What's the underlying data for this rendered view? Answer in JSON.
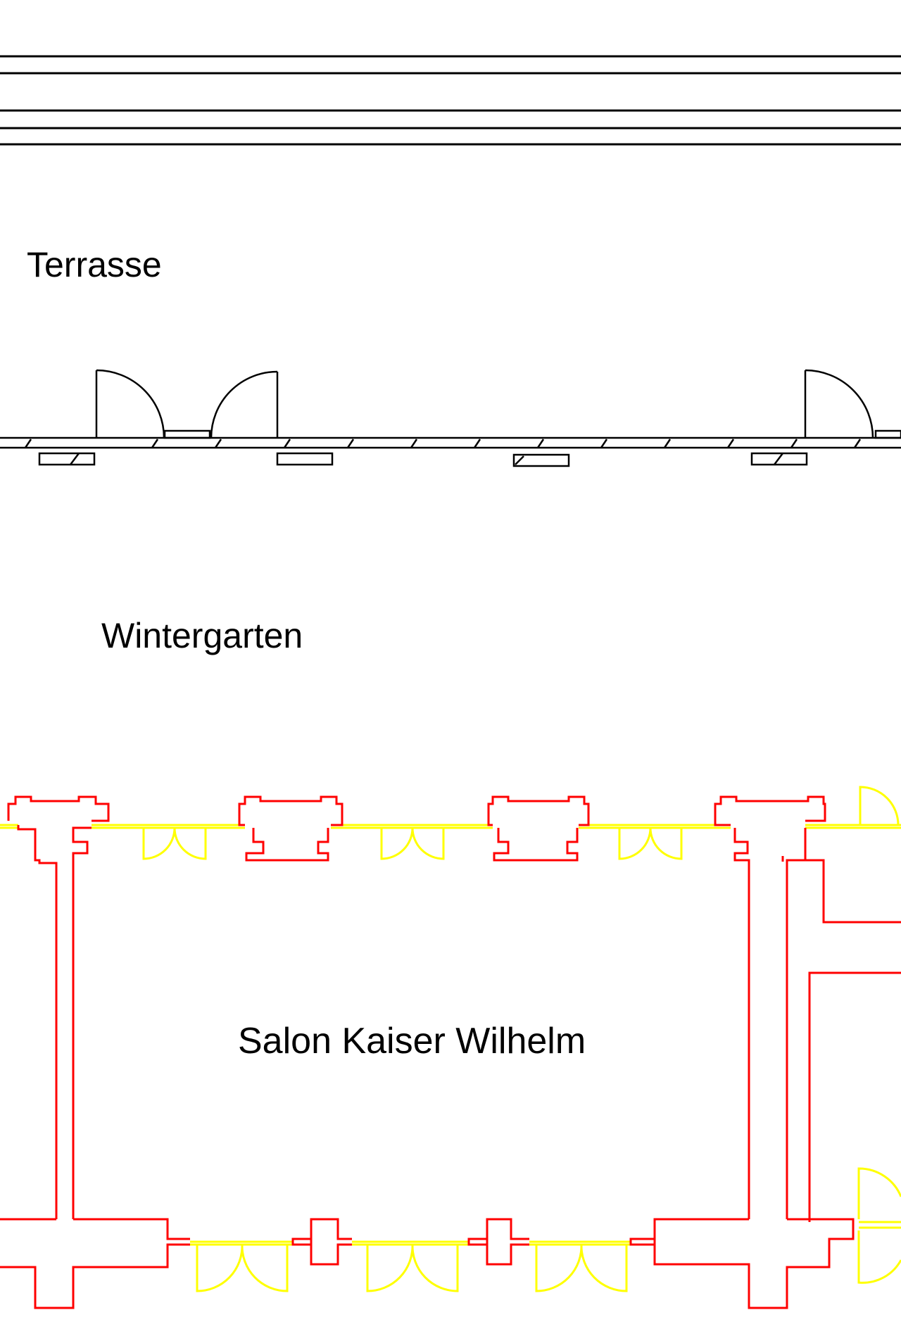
{
  "labels": {
    "terrasse": "Terrasse",
    "wintergarten": "Wintergarten",
    "salon": "Salon Kaiser Wilhelm"
  },
  "colors": {
    "background": "#ffffff",
    "structure": "#000000",
    "walls": "#ff0000",
    "doors_windows": "#ffff00"
  }
}
